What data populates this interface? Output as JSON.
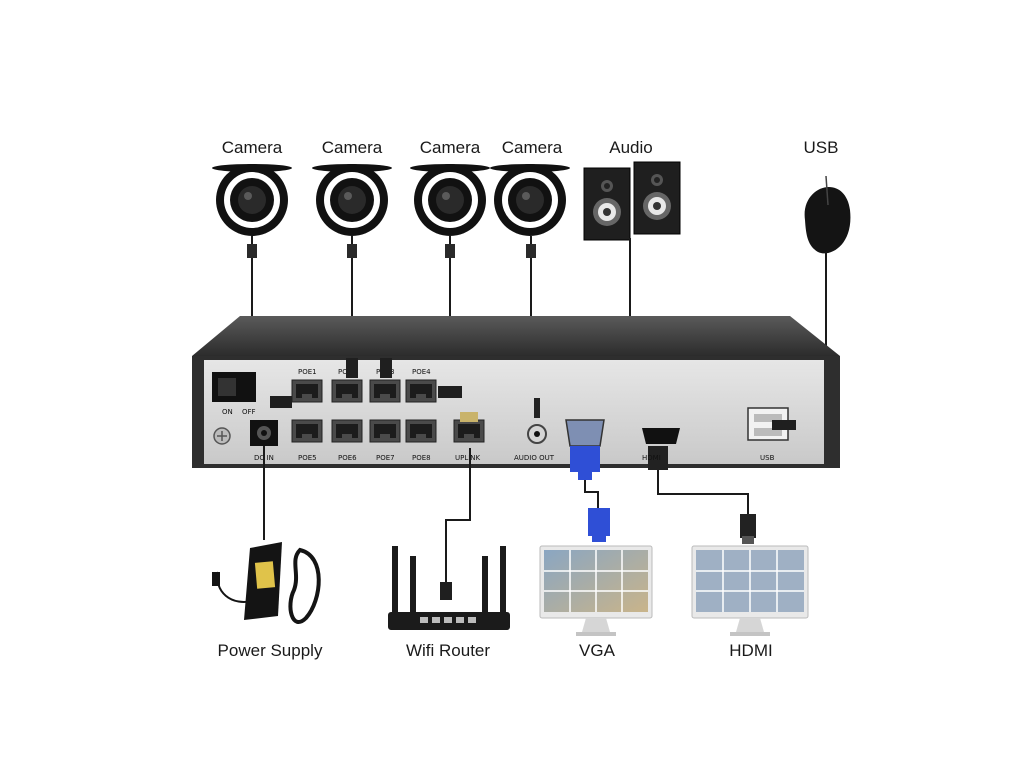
{
  "devices": {
    "camera_1": "Camera",
    "camera_2": "Camera",
    "camera_3": "Camera",
    "camera_4": "Camera",
    "audio": "Audio",
    "usb": "USB",
    "power_supply": "Power Supply",
    "wifi_router": "Wifi Router",
    "vga": "VGA",
    "hdmi": "HDMI"
  },
  "panel": {
    "on": "ON",
    "off": "OFF",
    "poe1": "POE1",
    "poe2": "POE2",
    "poe3": "POE3",
    "poe4": "POE4",
    "poe5": "POE5",
    "poe6": "POE6",
    "poe7": "POE7",
    "poe8": "POE8",
    "dc_in": "DC IN",
    "uplink": "UPLINK",
    "audio_out": "AUDIO OUT",
    "usb_port": "USB"
  },
  "colors": {
    "nvr_body": "#3a3a3a",
    "nvr_panel": "#d9d9d9",
    "vga_connector": "#2f4fd6",
    "cable": "#1a1a1a"
  }
}
